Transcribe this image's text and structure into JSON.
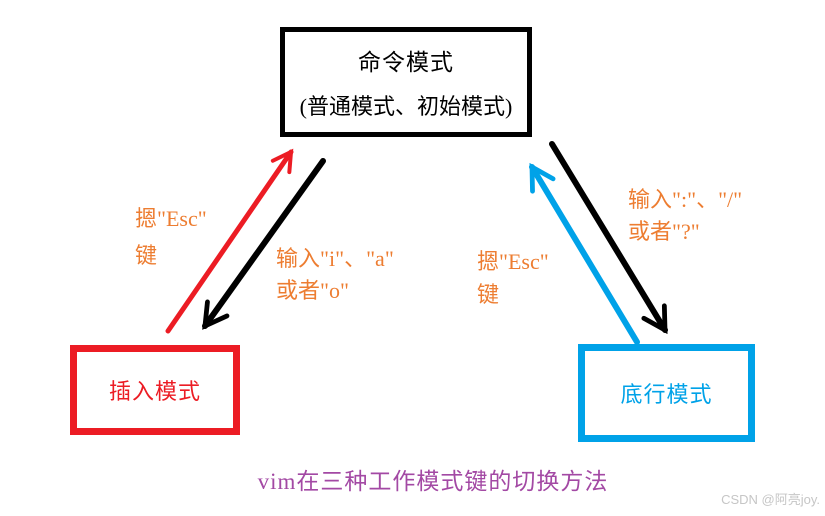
{
  "nodes": {
    "command_mode": {
      "line1": "命令模式",
      "line2": "(普通模式、初始模式)"
    },
    "insert_mode": {
      "label": "插入模式"
    },
    "last_line_mode": {
      "label": "底行模式"
    }
  },
  "edge_labels": {
    "esc_left": {
      "line1": "摁\"Esc\"",
      "line2": "键"
    },
    "input_ia": {
      "line1": "输入\"i\"、\"a\"",
      "line2": "或者\"o\""
    },
    "esc_right": {
      "line1": "摁\"Esc\"",
      "line2": "键"
    },
    "input_colon": {
      "line1": "输入\":\"、\"/\"",
      "line2": "或者\"?\""
    }
  },
  "caption": "vim在三种工作模式键的切换方法",
  "watermark": "CSDN @阿亮joy.",
  "colors": {
    "red": "#ec1c24",
    "black": "#000000",
    "blue": "#00a2e8",
    "orange": "#ed7d31",
    "purple": "#a349a4",
    "watermark_gray": "#c6c6c6"
  }
}
